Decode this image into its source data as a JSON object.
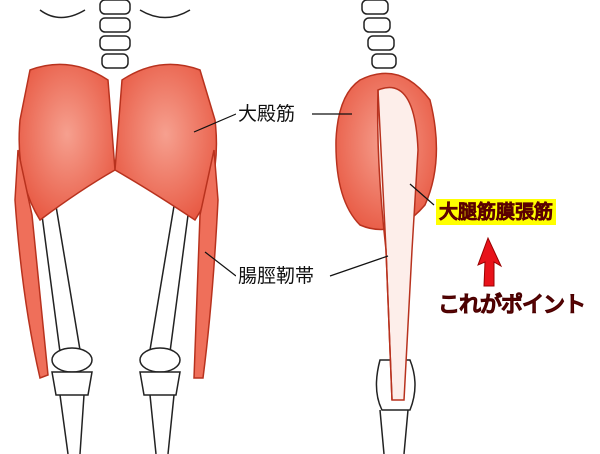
{
  "labels": {
    "gluteus_maximus": "大殿筋",
    "iliotibial_band": "腸脛靭帯",
    "tensor_fasciae_latae": "大腿筋膜張筋",
    "point_note": "これがポイント"
  },
  "colors": {
    "muscle": "#ef6f5a",
    "muscle_outline": "#b8321e",
    "highlight": "#ffff00",
    "accent_text": "#9a1414",
    "arrow": "#e8121a"
  }
}
